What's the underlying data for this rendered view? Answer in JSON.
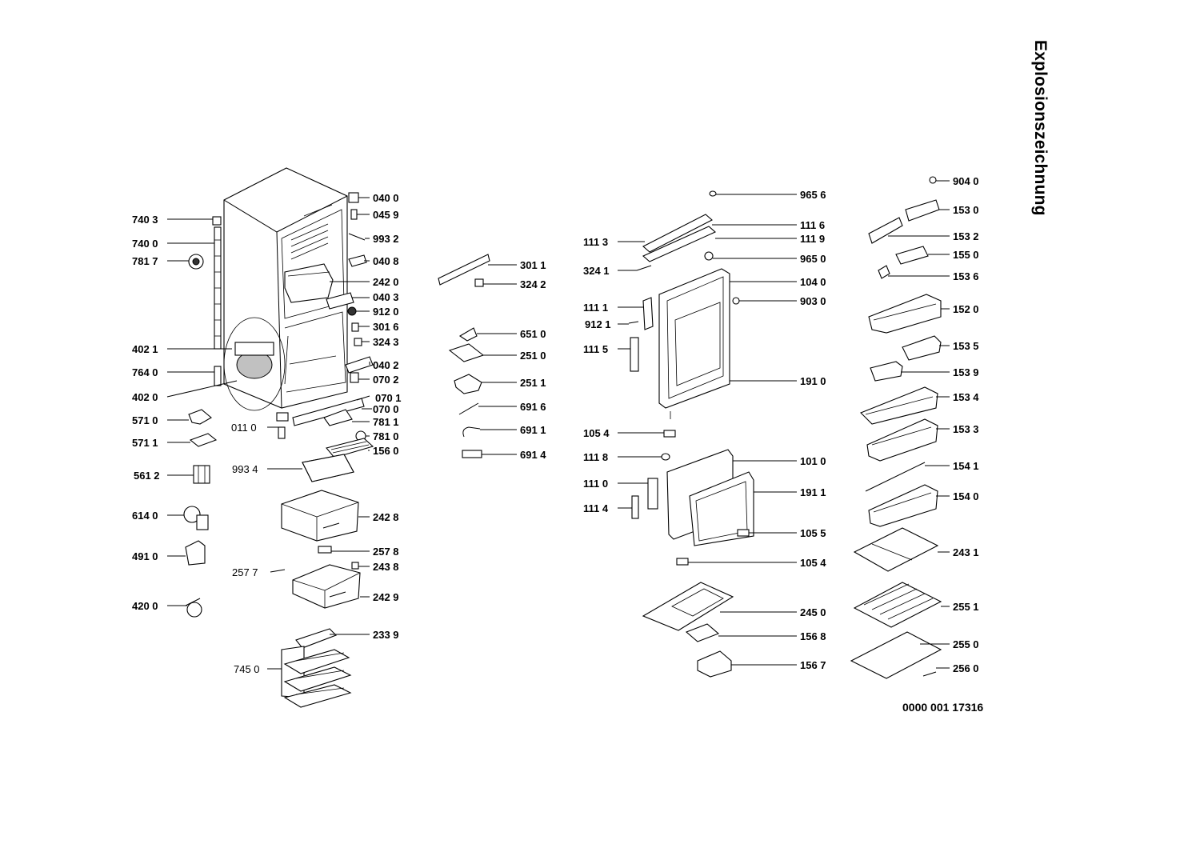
{
  "title": "Explosionszeichnung",
  "document_number": "0000 001 17316",
  "parts": [
    {
      "id": "p7403",
      "code": "740 3"
    },
    {
      "id": "p7400",
      "code": "740 0"
    },
    {
      "id": "p7817",
      "code": "781 7"
    },
    {
      "id": "p4021",
      "code": "402 1"
    },
    {
      "id": "p7640",
      "code": "764 0"
    },
    {
      "id": "p4020",
      "code": "402 0"
    },
    {
      "id": "p5710",
      "code": "571 0"
    },
    {
      "id": "p5711",
      "code": "571 1"
    },
    {
      "id": "p5612",
      "code": "561 2"
    },
    {
      "id": "p6140",
      "code": "614 0"
    },
    {
      "id": "p4910",
      "code": "491 0"
    },
    {
      "id": "p4200",
      "code": "420 0"
    },
    {
      "id": "p0400",
      "code": "040 0"
    },
    {
      "id": "p0459",
      "code": "045 9"
    },
    {
      "id": "p9932",
      "code": "993 2"
    },
    {
      "id": "p0408",
      "code": "040 8"
    },
    {
      "id": "p2420",
      "code": "242 0"
    },
    {
      "id": "p0403",
      "code": "040 3"
    },
    {
      "id": "p9120",
      "code": "912 0"
    },
    {
      "id": "p3016",
      "code": "301 6"
    },
    {
      "id": "p3243",
      "code": "324 3"
    },
    {
      "id": "p0402",
      "code": "040 2"
    },
    {
      "id": "p0702",
      "code": "070 2"
    },
    {
      "id": "p0701",
      "code": "070 1"
    },
    {
      "id": "p0700",
      "code": "070 0"
    },
    {
      "id": "p7811",
      "code": "781 1"
    },
    {
      "id": "p0110",
      "code": "011 0"
    },
    {
      "id": "p7810",
      "code": "781 0"
    },
    {
      "id": "p1560",
      "code": "156 0"
    },
    {
      "id": "p9934",
      "code": "993 4"
    },
    {
      "id": "p2428",
      "code": "242 8"
    },
    {
      "id": "p2578",
      "code": "257 8"
    },
    {
      "id": "p2577",
      "code": "257 7"
    },
    {
      "id": "p2438",
      "code": "243 8"
    },
    {
      "id": "p2429",
      "code": "242 9"
    },
    {
      "id": "p2339",
      "code": "233 9"
    },
    {
      "id": "p7450",
      "code": "745 0"
    },
    {
      "id": "p3011",
      "code": "301 1"
    },
    {
      "id": "p3242",
      "code": "324 2"
    },
    {
      "id": "p6510",
      "code": "651 0"
    },
    {
      "id": "p2510",
      "code": "251 0"
    },
    {
      "id": "p2511",
      "code": "251 1"
    },
    {
      "id": "p6916",
      "code": "691 6"
    },
    {
      "id": "p6911",
      "code": "691 1"
    },
    {
      "id": "p6914",
      "code": "691 4"
    },
    {
      "id": "p9656",
      "code": "965 6"
    },
    {
      "id": "p1116",
      "code": "111 6"
    },
    {
      "id": "p1113",
      "code": "111 3"
    },
    {
      "id": "p1119",
      "code": "111 9"
    },
    {
      "id": "p9650",
      "code": "965 0"
    },
    {
      "id": "p3241",
      "code": "324 1"
    },
    {
      "id": "p1040",
      "code": "104 0"
    },
    {
      "id": "p1111",
      "code": "111 1"
    },
    {
      "id": "p9030",
      "code": "903 0"
    },
    {
      "id": "p9121",
      "code": "912 1"
    },
    {
      "id": "p1115",
      "code": "111 5"
    },
    {
      "id": "p1910",
      "code": "191 0"
    },
    {
      "id": "p1054a",
      "code": "105 4"
    },
    {
      "id": "p1118",
      "code": "111 8"
    },
    {
      "id": "p1010",
      "code": "101 0"
    },
    {
      "id": "p1110",
      "code": "111 0"
    },
    {
      "id": "p1911",
      "code": "191 1"
    },
    {
      "id": "p1114",
      "code": "111 4"
    },
    {
      "id": "p1055",
      "code": "105 5"
    },
    {
      "id": "p1054b",
      "code": "105 4"
    },
    {
      "id": "p2450",
      "code": "245 0"
    },
    {
      "id": "p1568",
      "code": "156 8"
    },
    {
      "id": "p1567",
      "code": "156 7"
    },
    {
      "id": "p9040",
      "code": "904 0"
    },
    {
      "id": "p1530",
      "code": "153 0"
    },
    {
      "id": "p1532",
      "code": "153 2"
    },
    {
      "id": "p1550",
      "code": "155 0"
    },
    {
      "id": "p1536",
      "code": "153 6"
    },
    {
      "id": "p1520",
      "code": "152 0"
    },
    {
      "id": "p1535",
      "code": "153 5"
    },
    {
      "id": "p1539",
      "code": "153 9"
    },
    {
      "id": "p1534",
      "code": "153 4"
    },
    {
      "id": "p1533",
      "code": "153 3"
    },
    {
      "id": "p1541",
      "code": "154 1"
    },
    {
      "id": "p1540",
      "code": "154 0"
    },
    {
      "id": "p2431",
      "code": "243 1"
    },
    {
      "id": "p2551",
      "code": "255 1"
    },
    {
      "id": "p2550",
      "code": "255 0"
    },
    {
      "id": "p2560",
      "code": "256 0"
    }
  ]
}
